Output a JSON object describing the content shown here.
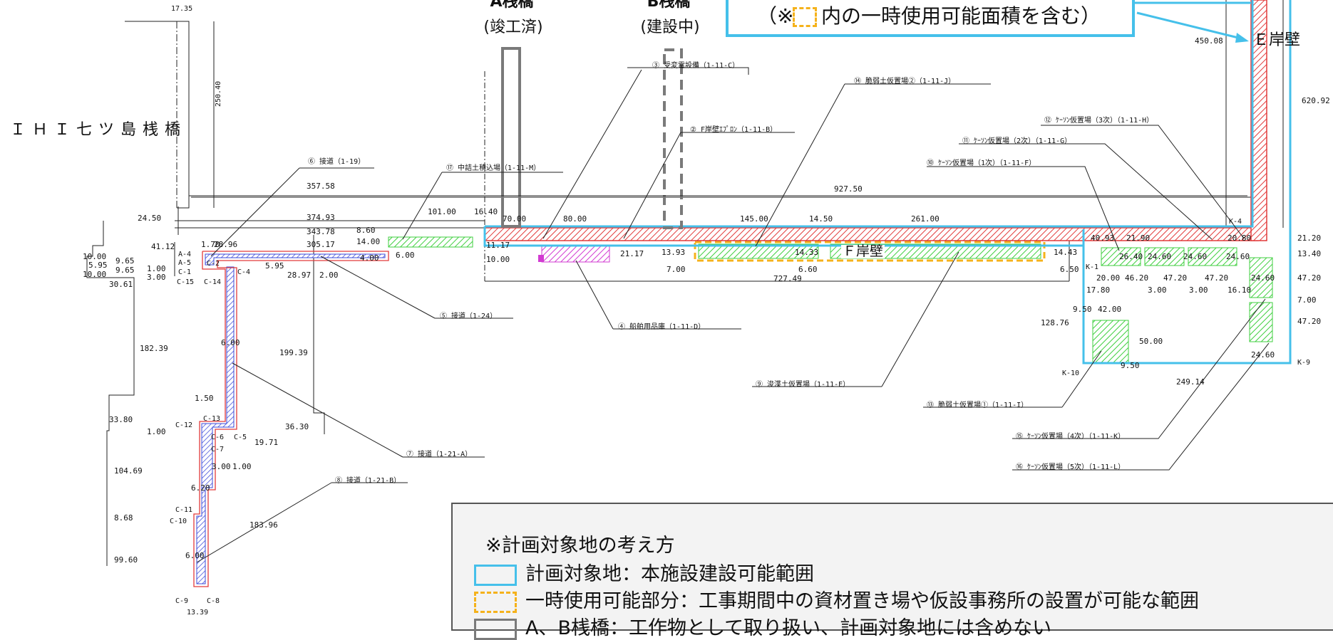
{
  "colors": {
    "plan_area": "#45c0ea",
    "temporary_area": "#f5b21b",
    "bridge_gray": "#7a7a7a",
    "hatch_red": "#e23b3b",
    "hatch_green": "#3fcf3f",
    "hatch_magenta": "#d23bd2",
    "hatch_blue": "#3b49d8"
  },
  "top_note": {
    "prefix": "（※",
    "suffix": "内の一時使用可能面積を含む）"
  },
  "bridges": {
    "a": {
      "name": "A桟橋",
      "status": "(竣工済)"
    },
    "b": {
      "name": "B桟橋",
      "status": "(建設中)"
    }
  },
  "ihi_label": "ＩＨＩ七ツ島桟橋",
  "e_wall": "Ｅ岸壁",
  "f_wall": "Ｆ岸壁",
  "callouts": {
    "c3": "③ 受変電設備（1-11-C）",
    "c14": "⑭ 脆弱土仮置場②（1-11-J）",
    "c12": "⑫ ｹｰｿﾝ仮置場（3次）（1-11-H）",
    "c2": "② F岸壁ｴﾌﾟﾛﾝ（1-11-B）",
    "c11": "⑪ ｹｰｿﾝ仮置場（2次）（1-11-G）",
    "c6": "⑥ 接道（1-19）",
    "c17": "⑰ 中詰土積込場（1-11-M）",
    "c10": "⑩ ｹｰｿﾝ仮置場（1次）（1-11-F）",
    "c5": "⑤ 接道（1-24）",
    "c4": "④ 船舶用品庫（1-11-D）",
    "c9": "⑨ 浚渫土仮置場（1-11-E）",
    "c13": "⑬ 脆弱土仮置場①（1-11-I）",
    "c7": "⑦ 接道（1-21-A）",
    "c8": "⑧ 接道（1-21-B）",
    "c15": "⑮ ｹｰｿﾝ仮置場（4次）（1-11-K）",
    "c16": "⑯ ｹｰｿﾝ仮置場（5次）（1-11-L）"
  },
  "dims": {
    "d17_35": "17.35",
    "d250_40": "250.40",
    "d357_58": "357.58",
    "d927_50": "927.50",
    "d24_50": "24.50",
    "d374_93": "374.93",
    "d41_12": "41.12",
    "d343_78": "343.78",
    "d305_17": "305.17",
    "d1_70": "1.70",
    "d28_96": "28.96",
    "d8_60": "8.60",
    "d14_00": "14.00",
    "d6_00": "6.00",
    "d4_00": "4.00",
    "d101_00": "101.00",
    "d16_40": "16.40",
    "d70_00": "70.00",
    "d80_00": "80.00",
    "d145_00": "145.00",
    "d14_50": "14.50",
    "d261_00": "261.00",
    "d11_17": "11.17",
    "d10_00b": "10.00",
    "d21_17": "21.17",
    "d13_93": "13.93",
    "d14_33": "14.33",
    "d14_43": "14.43",
    "d7_00": "7.00",
    "d6_60": "6.60",
    "d727_49": "727.49",
    "d6_50": "6.50",
    "d40_93": "40.93",
    "d21_90": "21.90",
    "d20_80": "20.80",
    "d21_20": "21.20",
    "d13_40": "13.40",
    "d26_40": "26.40",
    "d24_60a": "24.60",
    "d24_60b": "24.60",
    "d24_60c": "24.60",
    "d20_00": "20.00",
    "d46_20": "46.20",
    "d47_20a": "47.20",
    "d47_20b": "47.20",
    "d3_00a": "3.00",
    "d3_00b": "3.00",
    "d17_80": "17.80",
    "d16_10": "16.10",
    "d24_60d": "24.60",
    "d47_20c": "47.20",
    "d7_00b": "7.00",
    "d47_20d": "47.20",
    "d24_60e": "24.60",
    "d9_50a": "9.50",
    "d42_00": "42.00",
    "d128_76": "128.76",
    "d50_00": "50.00",
    "d9_50b": "9.50",
    "d249_14": "249.14",
    "d450_08": "450.08",
    "d620_92": "620.92",
    "d10_00a": "10.00",
    "d9_65a": "9.65",
    "d5_95a": "5.95",
    "d9_65b": "9.65",
    "d10_00c": "10.00",
    "d1_00a": "1.00",
    "d3_00c": "3.00",
    "d30_61": "30.61",
    "d5_95b": "5.95",
    "d28_97": "28.97",
    "d2_00": "2.00",
    "d182_39": "182.39",
    "d6_00b": "6.00",
    "d199_39": "199.39",
    "d1_50": "1.50",
    "d33_80": "33.80",
    "d1_00b": "1.00",
    "d36_30": "36.30",
    "d19_71": "19.71",
    "d3_00d": "3.00",
    "d1_00c": "1.00",
    "d104_69": "104.69",
    "d6_20": "6.20",
    "d8_68": "8.68",
    "d183_96": "183.96",
    "d99_60": "99.60",
    "d6_00c": "6.00",
    "d13_39": "13.39"
  },
  "pts": {
    "a4": "A-4",
    "a5": "A-5",
    "c1": "C-1",
    "c15": "C-15",
    "c14": "C-14",
    "c4": "C-4",
    "c2": "C-2",
    "c13": "C-13",
    "c12": "C-12",
    "c6": "C-6",
    "c5": "C-5",
    "c7": "C-7",
    "c11": "C-11",
    "c10": "C-10",
    "c9": "C-9",
    "c8": "C-8",
    "k1": "K-1",
    "k4": "K-4",
    "k9": "K-9",
    "k10": "K-10"
  },
  "legend": {
    "heading": "※計画対象地の考え方",
    "plan": "計画対象地：本施設建設可能範囲",
    "temp": "一時使用可能部分：工事期間中の資材置き場や仮設事務所の設置が可能な範囲",
    "bridge": "A、B桟橋：工作物として取り扱い、計画対象地には含めない"
  }
}
